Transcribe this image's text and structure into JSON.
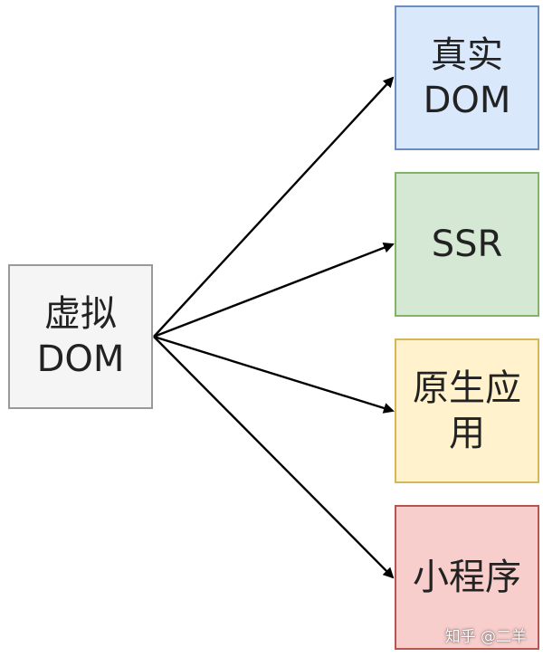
{
  "source": {
    "label": "虚拟\nDOM",
    "fill": "#f5f5f5",
    "stroke": "#999999"
  },
  "targets": [
    {
      "label": "真实\nDOM",
      "fill": "#dae8fc",
      "stroke": "#6c8ebf"
    },
    {
      "label": "SSR",
      "fill": "#d5e8d4",
      "stroke": "#82b366"
    },
    {
      "label": "原生应\n用",
      "fill": "#fff2cc",
      "stroke": "#d6b656"
    },
    {
      "label": "小程序",
      "fill": "#f8cecc",
      "stroke": "#b85450"
    }
  ],
  "edge_color": "#000000",
  "watermark": "知乎 @二羊"
}
